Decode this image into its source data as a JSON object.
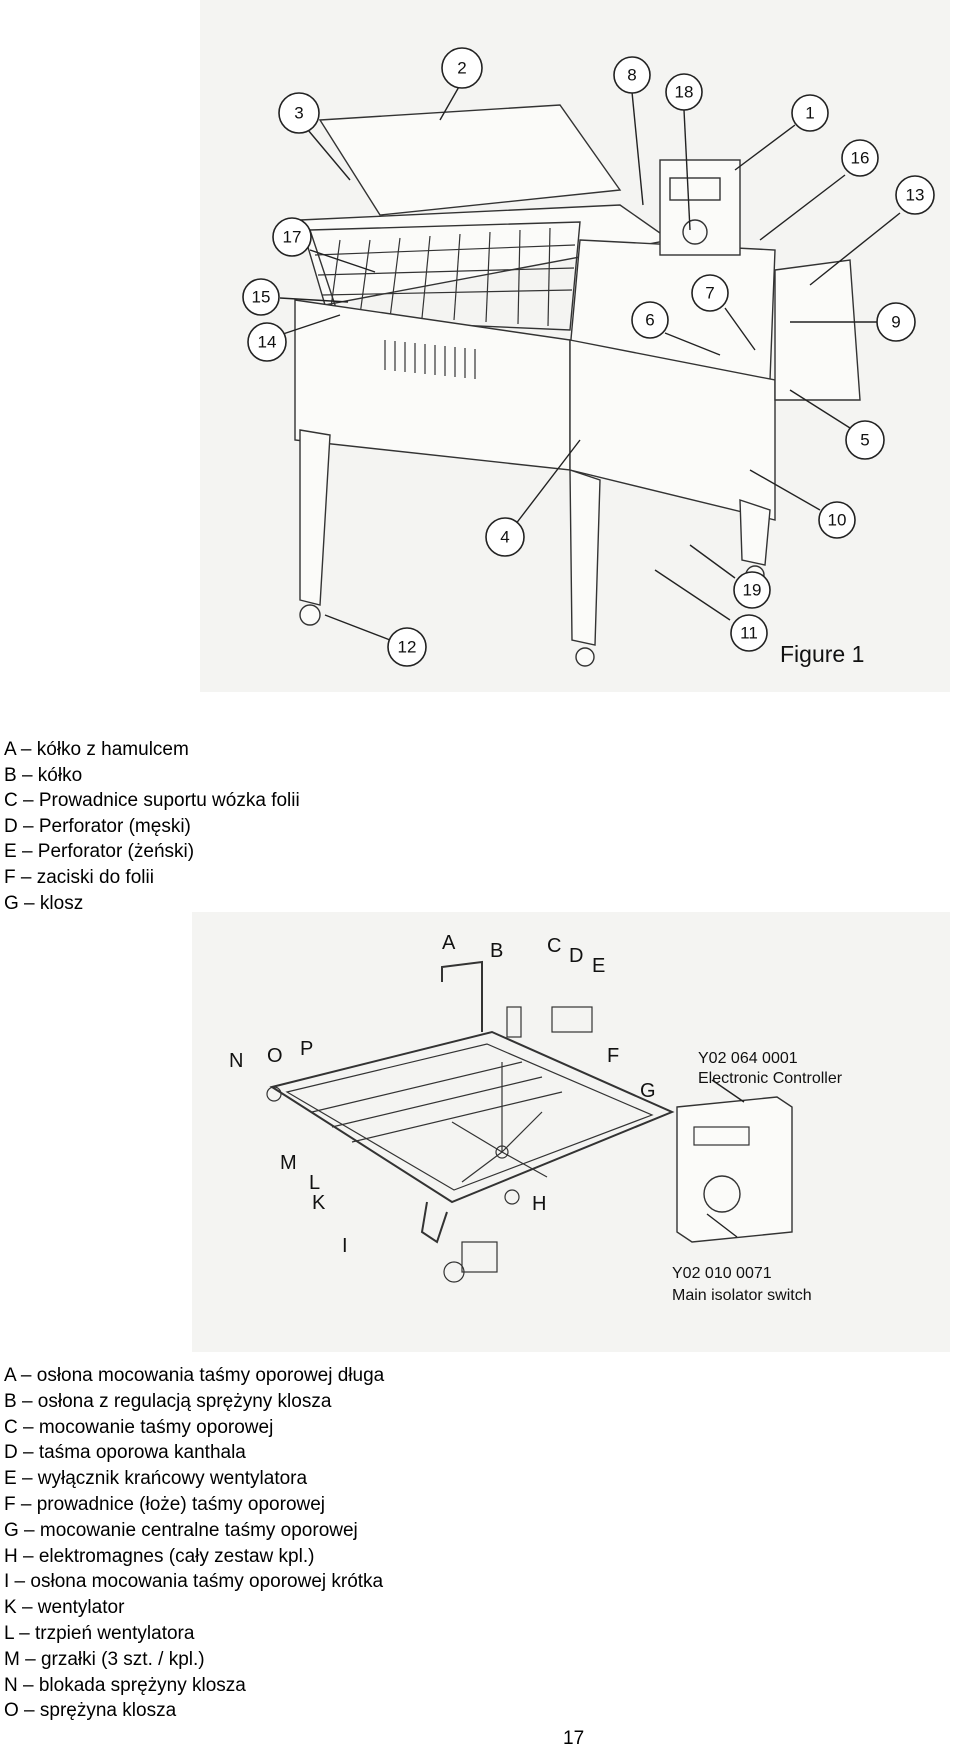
{
  "figure1": {
    "caption": "Figure 1",
    "callouts": [
      "1",
      "2",
      "3",
      "4",
      "5",
      "6",
      "7",
      "8",
      "9",
      "10",
      "11",
      "12",
      "13",
      "14",
      "15",
      "16",
      "17",
      "18",
      "19"
    ]
  },
  "legend1": [
    "A – kółko z hamulcem",
    "B – kółko",
    "C – Prowadnice suportu wózka folii",
    "D – Perforator (męski)",
    "E – Perforator (żeński)",
    "F – zaciski do folii",
    "G – klosz"
  ],
  "figure2": {
    "letters": [
      "A",
      "B",
      "C",
      "D",
      "E",
      "F",
      "G",
      "H",
      "I",
      "K",
      "L",
      "M",
      "N",
      "O",
      "P"
    ],
    "controller_code": "Y02 064 0001",
    "controller_name": "Electronic Controller",
    "switch_code": "Y02 010 0071",
    "switch_name": "Main isolator switch"
  },
  "legend2": [
    "A – osłona mocowania taśmy oporowej długa",
    "B – osłona z regulacją sprężyny klosza",
    "C – mocowanie taśmy oporowej",
    "D – taśma oporowa kanthala",
    "E – wyłącznik krańcowy wentylatora",
    "F – prowadnice (łoże) taśmy oporowej",
    "G – mocowanie centralne taśmy oporowej",
    "H – elektromagnes (cały zestaw kpl.)",
    "I – osłona mocowania taśmy oporowej krótka",
    "K – wentylator",
    "L – trzpień wentylatora",
    "M – grzałki (3 szt. / kpl.)",
    "N – blokada sprężyny klosza",
    "O – sprężyna klosza"
  ],
  "page_number": "17"
}
